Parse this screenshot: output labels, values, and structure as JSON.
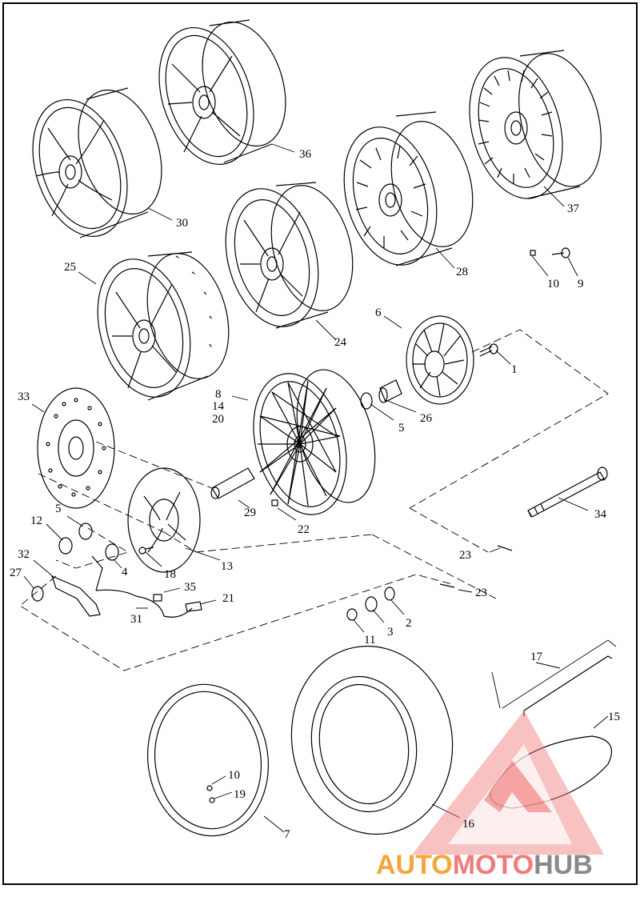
{
  "labels": {
    "l1": "1",
    "l2": "2",
    "l3": "3",
    "l4": "4",
    "l5a": "5",
    "l5b": "5",
    "l6": "6",
    "l7": "7",
    "l8": "8",
    "l9": "9",
    "l10a": "10",
    "l10b": "10",
    "l11": "11",
    "l12": "12",
    "l13": "13",
    "l14": "14",
    "l15": "15",
    "l16": "16",
    "l17": "17",
    "l18": "18",
    "l19": "19",
    "l20": "20",
    "l21": "21",
    "l22": "22",
    "l23a": "23",
    "l23b": "23",
    "l24": "24",
    "l25": "25",
    "l26": "26",
    "l27": "27",
    "l28": "28",
    "l29": "29",
    "l30": "30",
    "l31": "31",
    "l32": "32",
    "l33": "33",
    "l34": "34",
    "l35": "35",
    "l36": "36",
    "l37": "37"
  },
  "watermark": {
    "part1": "AUTO",
    "part2": "MOTO",
    "part3": "HUB",
    "colors": {
      "orange": "#f3a63b",
      "red": "#f07b7b",
      "gray": "#8a8a8a"
    }
  }
}
